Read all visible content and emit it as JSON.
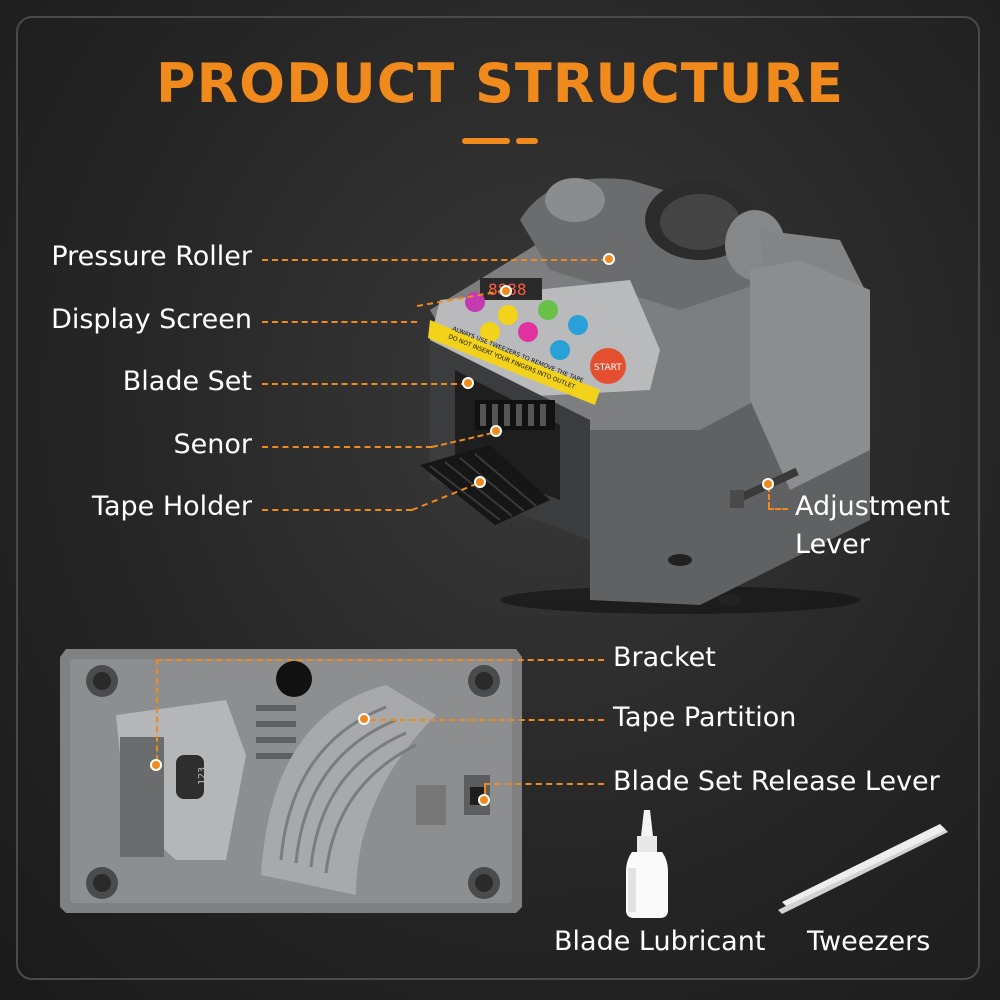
{
  "title": "PRODUCT STRUCTURE",
  "colors": {
    "accent": "#F08A1C",
    "text": "#FFFFFF",
    "body": "#7A7C7E"
  },
  "top_labels": {
    "pressure_roller": "Pressure Roller",
    "display_screen": "Display Screen",
    "blade_set": "Blade Set",
    "senor": "Senor",
    "tape_holder": "Tape Holder",
    "adjustment_lever": [
      "Adjustment",
      "Lever"
    ]
  },
  "bottom_labels": {
    "bracket": "Bracket",
    "tape_partition": "Tape Partition",
    "blade_set_release_lever": "Blade Set Release Lever"
  },
  "accessories": {
    "blade_lubricant": "Blade Lubricant",
    "tweezers": "Tweezers"
  },
  "panel": {
    "display_readout": "8888",
    "start_label": "START",
    "warning_line1": "ALWAYS USE TWEEZERS TO REMOVE THE TAPE",
    "warning_line2": "DO NOT INSERT YOUR FINGERS INTO OUTLET",
    "base_counter": "123"
  }
}
